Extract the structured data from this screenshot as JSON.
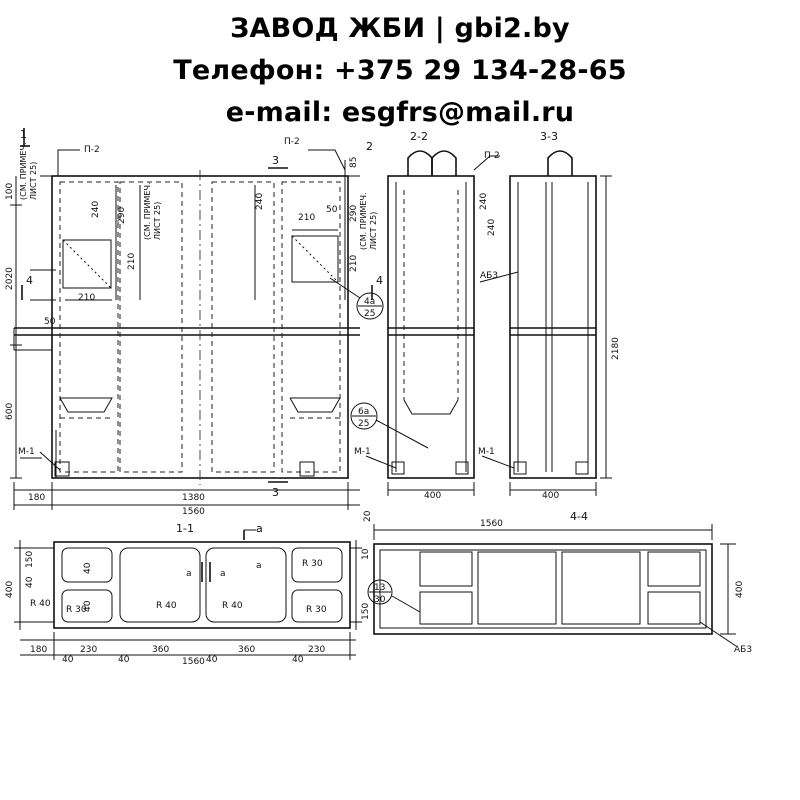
{
  "header": {
    "line1": "ЗАВОД ЖБИ | gbi2.by",
    "line2": "Телефон: +375 29 134-28-65",
    "line3": "e-mail: esgfrs@mail.ru"
  },
  "drawing": {
    "section_marks": {
      "one_top": "1",
      "two_two": "2-2",
      "three_three": "3-3",
      "one_one": "1-1",
      "four_four": "4-4",
      "two": "2",
      "three_a": "3",
      "three_b": "3",
      "four_a": "4",
      "four_b": "4",
      "a1": "а",
      "a2": "а",
      "a3": "а",
      "a4": "а"
    },
    "node_marks": {
      "p2_a": "П-2",
      "p2_b": "П-2",
      "p2_c": "П-2",
      "m1_a": "М-1",
      "m1_b": "М-1",
      "m1_c": "М-1",
      "ab3_a": "АБ3",
      "ab3_b": "АБ3"
    },
    "callouts": {
      "c4a_top": "4а",
      "c4a_bot": "25",
      "c6a_top": "6а",
      "c6a_bot": "25",
      "c13_top": "13",
      "c13_bot": "30"
    },
    "notes": {
      "n1a": "(СМ. ПРИМЕЧ.",
      "n1b": "ЛИСТ 25)",
      "n2a": "(СМ. ПРИМЕЧ.",
      "n2b": "ЛИСТ 25)",
      "n3a": "(СМ. ПРИМЕЧ.",
      "n3b": "ЛИСТ 25)"
    },
    "dims_front": {
      "d100": "100",
      "d2020": "2020",
      "d600": "600",
      "d240a": "240",
      "d290a": "290",
      "d210a": "210",
      "d210b": "210",
      "d50a": "50",
      "d240b": "240",
      "d210c": "210",
      "d50b": "50",
      "d290b": "290",
      "d210d": "210",
      "d85": "85",
      "d180": "180",
      "d1380": "1380",
      "d1560": "1560"
    },
    "dims_side": {
      "d240c": "240",
      "d400a": "400",
      "d240d": "240",
      "d2180": "2180",
      "d400b": "400"
    },
    "dims_plan": {
      "d1560b": "1560",
      "d400c": "400",
      "d180b": "180",
      "d230a": "230",
      "d360a": "360",
      "d360b": "360",
      "d230b": "230",
      "d40a": "40",
      "d40b": "40",
      "d40c": "40",
      "d40d": "40",
      "d1560c": "1560",
      "d150": "150",
      "d40e": "40",
      "d40f": "40",
      "d40g": "40",
      "d10": "10",
      "d150b": "150",
      "d400d": "400",
      "d20": "20"
    },
    "radii": {
      "r40a": "R 40",
      "r40b": "R 40",
      "r40c": "R 40",
      "r30a": "R 30",
      "r30b": "R 30",
      "r30c": "R 30"
    }
  }
}
